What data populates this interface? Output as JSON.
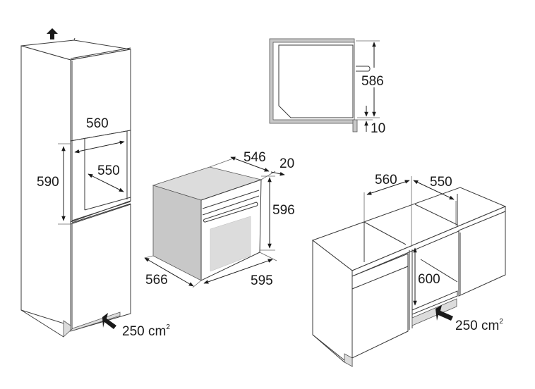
{
  "diagram": {
    "type": "oven-installation-dimensions",
    "colors": {
      "line": "#3a3a3a",
      "panel_grey": "#c8c8c8",
      "light_grey": "#dcdcdc",
      "arrow": "#1a1a1a",
      "background": "#ffffff"
    },
    "tall_cabinet": {
      "niche_width": "560",
      "niche_depth": "550",
      "niche_height": "590",
      "vent_area_value": "250 cm",
      "vent_area_exp": "2",
      "top_arrow_icon": "arrow-up-icon"
    },
    "side_section": {
      "oven_height": "586",
      "gap": "10"
    },
    "oven": {
      "depth_top": "546",
      "door_thickness": "20",
      "height": "596",
      "side_depth": "566",
      "width": "595"
    },
    "under_counter": {
      "niche_width": "560",
      "niche_depth": "550",
      "niche_height": "600",
      "vent_area_value": "250 cm",
      "vent_area_exp": "2"
    }
  }
}
